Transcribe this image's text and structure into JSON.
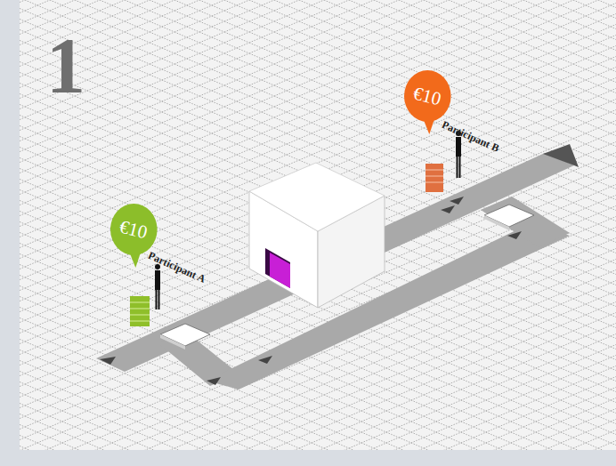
{
  "diagram": {
    "nodes": [
      {
        "text": [
          "€10"
        ]
      },
      {
        "text": [
          "€10"
        ]
      }
    ],
    "labels": [
      "1",
      "Participant B",
      "Participant A"
    ]
  }
}
